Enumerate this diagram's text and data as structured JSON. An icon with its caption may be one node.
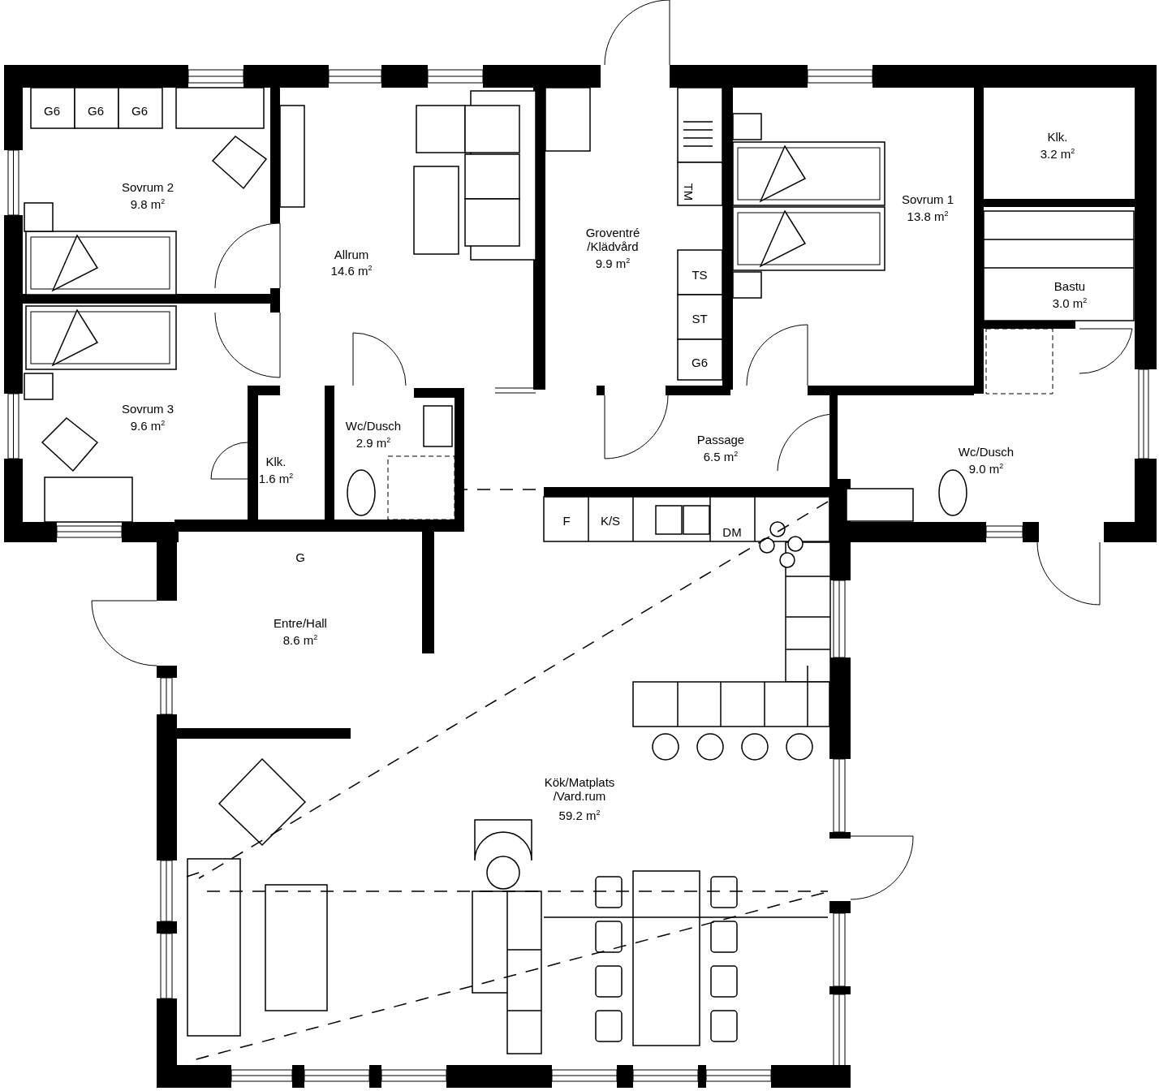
{
  "diagram": {
    "labels": [
      "G6",
      "G6",
      "G6",
      "Klk.",
      "3.2 m$^{2}$",
      "Sovrum 2",
      "9.8 m$^{2}$",
      "TM",
      "Sovrum 1",
      "13.8 m$^{2}$",
      "Groventré /Klädvård",
      "Allrum",
      "9.9 m$^{2}$",
      "14.6 m$^{2}$",
      "TS",
      "Bastu",
      "3.0 m$^{2}$",
      "ST",
      "G6",
      "Sovrum 3",
      "9.6 m$^{2}$",
      "Wc/Dusch",
      "2.9 m$^{2}$",
      "Passage",
      "Wc/Dusch",
      "6.5 m$^{2}$",
      "Klk.",
      "9.0 m$^{2}$",
      "1.6 m$^{2}$",
      "F",
      "K/S",
      "DM",
      "G",
      "Entre/Hall",
      "8.6 m$^{2}$",
      "Kök/Matplats /Vard.rum",
      "59.2 m$^{2}$"
    ]
  }
}
